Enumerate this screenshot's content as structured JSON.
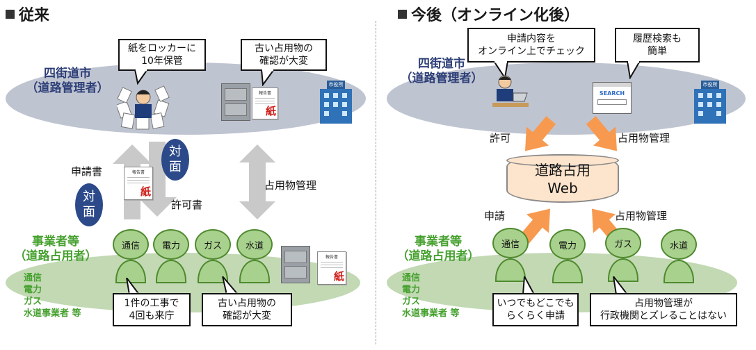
{
  "left": {
    "title": "従来",
    "org_label": "四街道市\n（道路管理者）",
    "callout_paper": "紙をロッカーに\n10年保管",
    "callout_old_top": "古い占用物の\n確認が大変",
    "label_application": "申請書",
    "label_permit": "許可書",
    "label_management": "占用物管理",
    "face_to_face": "対\n面",
    "biz_label": "事業者等\n（道路占用者）",
    "biz_list": [
      "通信",
      "電力",
      "ガス",
      "水道事業者 等"
    ],
    "persons": [
      "通信",
      "電力",
      "ガス",
      "水道"
    ],
    "callout_visits": "1件の工事で\n4回も来庁",
    "callout_old_bottom": "古い占用物の\n確認が大変",
    "doc_header": "報告書",
    "doc_mark": "紙"
  },
  "right": {
    "title": "今後（オンライン化後）",
    "org_label": "四街道市\n（道路管理者）",
    "callout_online": "申請内容を\nオンライン上でチェック",
    "callout_search": "履歴検索も\n簡単",
    "search_word": "SEARCH",
    "label_permit": "許可",
    "label_management_top": "占用物管理",
    "web_box": "道路占用\nWeb",
    "label_application": "申請",
    "label_management_bottom": "占用物管理",
    "biz_label": "事業者等\n（道路占用者）",
    "biz_list": [
      "通信",
      "電力",
      "ガス",
      "水道事業者 等"
    ],
    "persons": [
      "通信",
      "電力",
      "ガス",
      "水道"
    ],
    "callout_anytime": "いつでもどこでも\nらくらく申請",
    "callout_nogap": "占用物管理が\n行政機関とズレることはない"
  },
  "building_sign": "市役所",
  "colors": {
    "org_text": "#2e3f78",
    "biz_text": "#46a12f",
    "face_circle": "#2c4a8a",
    "orange_arrow": "#f79a4f",
    "gray_arrow": "#c9c9c9",
    "web_fill": "#fde4cc"
  }
}
